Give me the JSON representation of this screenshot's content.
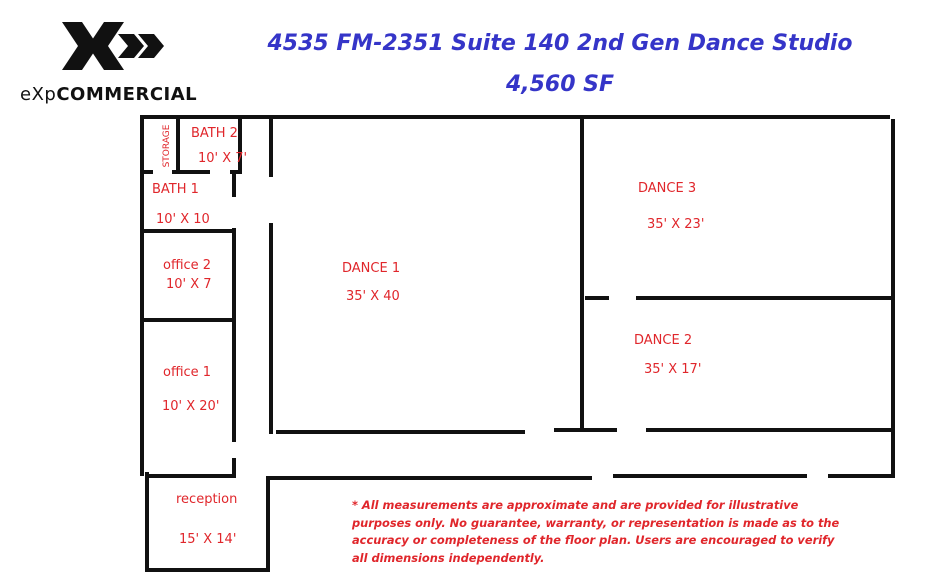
{
  "header": {
    "title_line1": "4535 FM-2351 Suite 140 2nd Gen Dance Studio",
    "title_line2": "4,560 SF"
  },
  "logo": {
    "icon": "exp-x-logo-icon",
    "prefix": "eXp",
    "suffix": "COMMERCIAL"
  },
  "rooms": {
    "storage": {
      "name": "STORAGE"
    },
    "bath2": {
      "name": "BATH 2",
      "size": "10' X 7'"
    },
    "bath1": {
      "name": "BATH 1",
      "size": "10' X 10"
    },
    "office2": {
      "name": "office 2",
      "size": "10' X 7"
    },
    "office1": {
      "name": "office 1",
      "size": "10' X 20'"
    },
    "reception": {
      "name": "reception",
      "size": "15' X 14'"
    },
    "dance1": {
      "name": "DANCE 1",
      "size": "35' X 40"
    },
    "dance2": {
      "name": "DANCE 2",
      "size": "35' X 17'"
    },
    "dance3": {
      "name": "DANCE 3",
      "size": "35' X 23'"
    }
  },
  "disclaimer": "*  All measurements are approximate and are provided for illustrative purposes only. No guarantee, warranty, or representation is made as to the accuracy or completeness of the floor plan. Users are encouraged to verify all dimensions independently.",
  "colors": {
    "title": "#3535c8",
    "room_label": "#e0262b",
    "wall": "#111111"
  }
}
